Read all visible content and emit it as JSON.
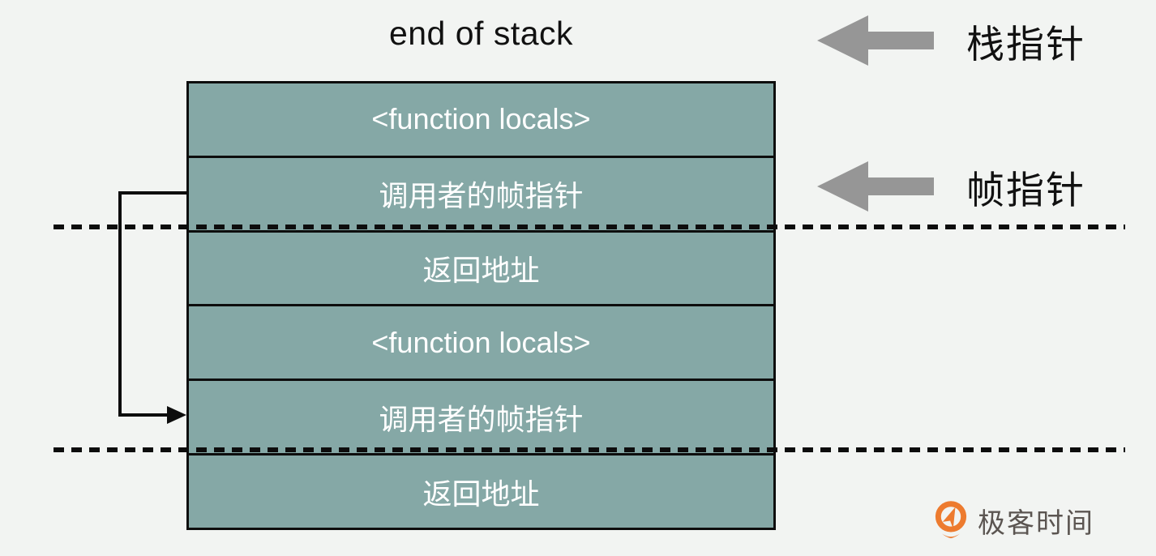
{
  "title": "end of stack",
  "colors": {
    "background": "#f2f4f2",
    "box_fill": "#85a8a6",
    "box_border": "#0d0d0d",
    "row_text": "#ffffff",
    "arrow_gray": "#969696",
    "label_text": "#111111",
    "logo_orange": "#ed7b2f",
    "logo_text_color": "#5b5551"
  },
  "stack": {
    "rows": [
      {
        "label": "<function locals>"
      },
      {
        "label": "调用者的帧指针"
      },
      {
        "label": "返回地址"
      },
      {
        "label": "<function locals>"
      },
      {
        "label": "调用者的帧指针"
      },
      {
        "label": "返回地址"
      }
    ]
  },
  "pointers": [
    {
      "label": "栈指针"
    },
    {
      "label": "帧指针"
    }
  ],
  "logo": {
    "text": "极客时间"
  }
}
